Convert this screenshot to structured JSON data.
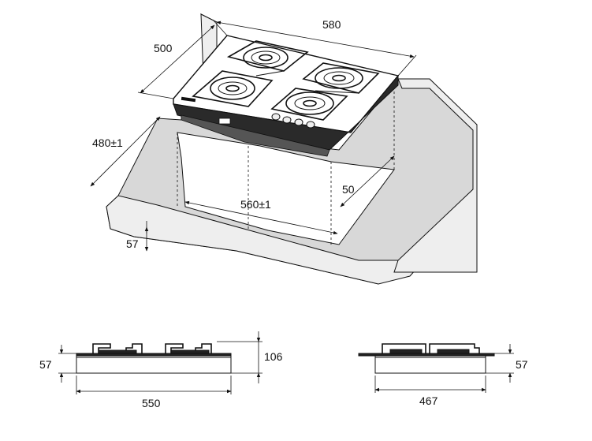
{
  "dimensions": {
    "width_580": "580",
    "depth_500": "500",
    "cutout_depth": "480±1",
    "cutout_width": "560±1",
    "rear_clearance": "50",
    "counter_thickness": "57",
    "front_height": "57",
    "overall_height": "106",
    "front_width": "550",
    "side_depth": "467",
    "side_height": "57"
  },
  "colors": {
    "line": "#111111",
    "counter_fill": "#d8d8d8",
    "body_fill": "#222222"
  }
}
